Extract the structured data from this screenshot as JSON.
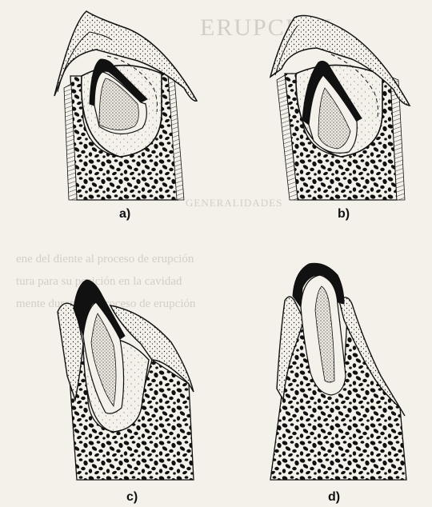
{
  "figure": {
    "panels": [
      {
        "id": "a",
        "caption": "a)"
      },
      {
        "id": "b",
        "caption": "b)"
      },
      {
        "id": "c",
        "caption": "c)"
      },
      {
        "id": "d",
        "caption": "d)"
      }
    ],
    "colors": {
      "paper": "#f4f1ea",
      "ink": "#111111",
      "bleed_text": "#b9b3a8"
    }
  },
  "bleed_through": {
    "heading": "ERUPCIÓN",
    "section": "GENERALIDADES",
    "line_1": "ene del diente al proceso de erupción",
    "line_2": "tura para su posición en la cavidad",
    "line_3": "mente durante el proceso de erupción"
  }
}
